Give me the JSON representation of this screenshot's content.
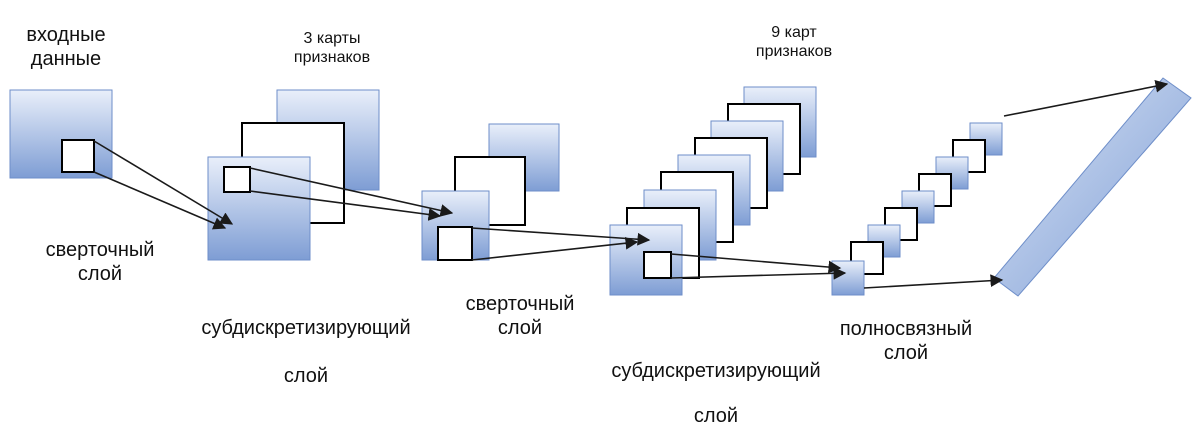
{
  "labels": {
    "input": "входные данные",
    "conv1": "сверточный слой",
    "maps3": "3 карты признаков",
    "pool1_a": "субдискретизирующий",
    "pool1_b": "слой",
    "conv2": "сверточный слой",
    "maps9": "9 карт признаков",
    "pool2_a": "субдискретизирующий",
    "pool2_b": "слой",
    "fc": "полносвязный слой"
  },
  "colors": {
    "map_top": "#e9effa",
    "map_bottom": "#7e9dd4",
    "map_border": "#6e8ec9",
    "outline": "#000000",
    "arrow": "#1a1a1a"
  }
}
